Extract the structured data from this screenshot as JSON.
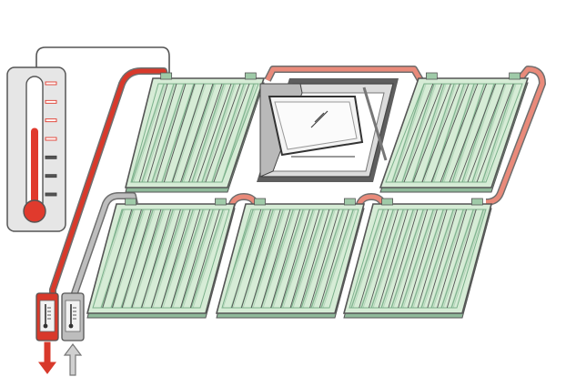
{
  "colors": {
    "hot_pipe": "#d8392b",
    "warm_pipe": "#e98a7a",
    "cool_pipe": "#bdbdbd",
    "pipe_outline": "#6e6e6e",
    "collector_fill": "#d6ecd6",
    "collector_edge": "#7cb08b",
    "collector_frame": "#555555",
    "thermometer_body": "#e6e6e6",
    "thermometer_red": "#e03a2d",
    "window_frame": "#8a8a8a"
  },
  "icons": {
    "outlet_arrow": "arrow-down-icon",
    "inlet_arrow": "arrow-up-icon",
    "thermometer": "thermometer-icon",
    "roof_window": "roof-window-icon"
  },
  "collector_count": 5,
  "thermometer_gauge": {
    "scale_marks": 7,
    "warm_marks": 4,
    "level": 0.62
  }
}
